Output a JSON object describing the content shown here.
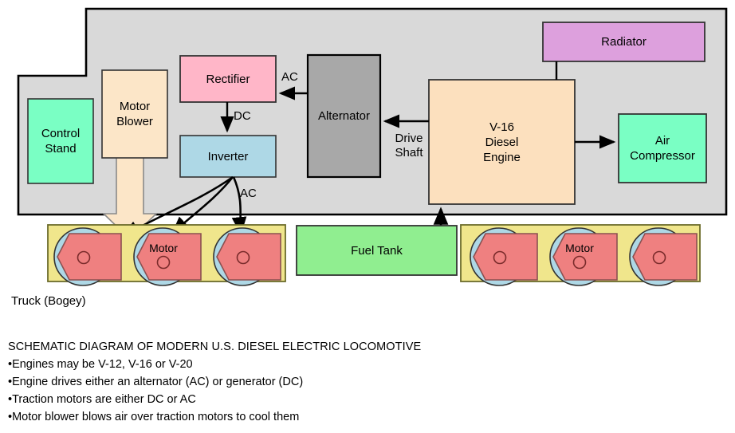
{
  "diagram": {
    "title_caption": "SCHEMATIC DIAGRAM OF MODERN U.S. DIESEL ELECTRIC LOCOMOTIVE",
    "bullets": [
      "•Engines may be V-12, V-16 or V-20",
      "•Engine drives either an alternator (AC) or generator (DC)",
      "•Traction motors are either DC or AC",
      "•Motor blower blows air over traction motors to cool them"
    ],
    "truck_caption": "Truck (Bogey)"
  },
  "blocks": {
    "control_stand": {
      "label": "Control\nStand",
      "color": "#7affc4"
    },
    "motor_blower": {
      "label": "Motor\nBlower",
      "color": "#fce6c8"
    },
    "rectifier": {
      "label": "Rectifier",
      "color": "#ffb6c8"
    },
    "inverter": {
      "label": "Inverter",
      "color": "#aed8e6"
    },
    "alternator": {
      "label": "Alternator",
      "color": "#a8a8a8"
    },
    "engine": {
      "label": "V-16\nDiesel\nEngine",
      "color": "#fce0be"
    },
    "radiator": {
      "label": "Radiator",
      "color": "#dda0dd"
    },
    "air_compressor": {
      "label": "Air\nCompressor",
      "color": "#7affc4"
    },
    "fuel_tank": {
      "label": "Fuel Tank",
      "color": "#90ee90"
    },
    "body_shell": {
      "color": "#d9d9d9"
    },
    "truck_frame": {
      "color": "#f0e68c"
    },
    "motor_body": {
      "color": "#ef8080"
    },
    "wheel": {
      "color": "#aed8e6"
    }
  },
  "edge_labels": {
    "ac_alternator_to_rectifier": "AC",
    "dc_rectifier_to_inverter": "DC",
    "ac_inverter_to_motors": "AC",
    "drive_shaft": "Drive\nShaft"
  },
  "trucks": [
    {
      "name": "front-truck",
      "motors": [
        {
          "label": ""
        },
        {
          "label": "Motor"
        },
        {
          "label": ""
        }
      ]
    },
    {
      "name": "rear-truck",
      "motors": [
        {
          "label": ""
        },
        {
          "label": "Motor"
        },
        {
          "label": ""
        }
      ]
    }
  ]
}
